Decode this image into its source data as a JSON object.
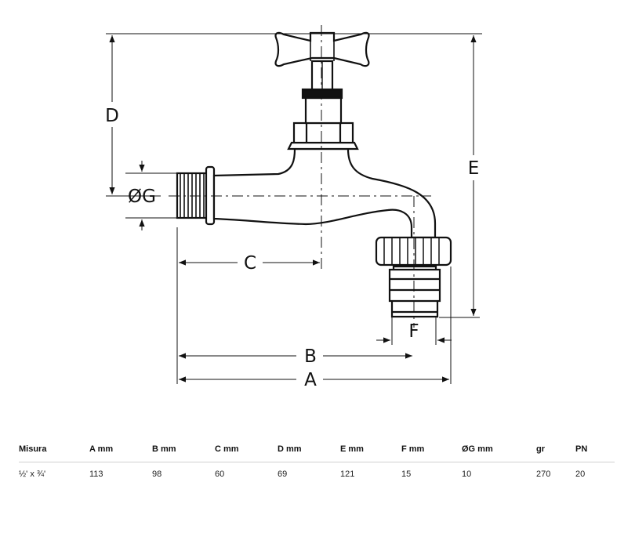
{
  "drawing": {
    "labels": {
      "A": "A",
      "B": "B",
      "C": "C",
      "D": "D",
      "E": "E",
      "F": "F",
      "G": "ØG"
    }
  },
  "table": {
    "headers": [
      "Misura",
      "A mm",
      "B mm",
      "C mm",
      "D mm",
      "E mm",
      "F mm",
      "ØG mm",
      "gr",
      "PN"
    ],
    "rows": [
      [
        "½' x ¾'",
        "113",
        "98",
        "60",
        "69",
        "121",
        "15",
        "10",
        "270",
        "20"
      ]
    ]
  }
}
